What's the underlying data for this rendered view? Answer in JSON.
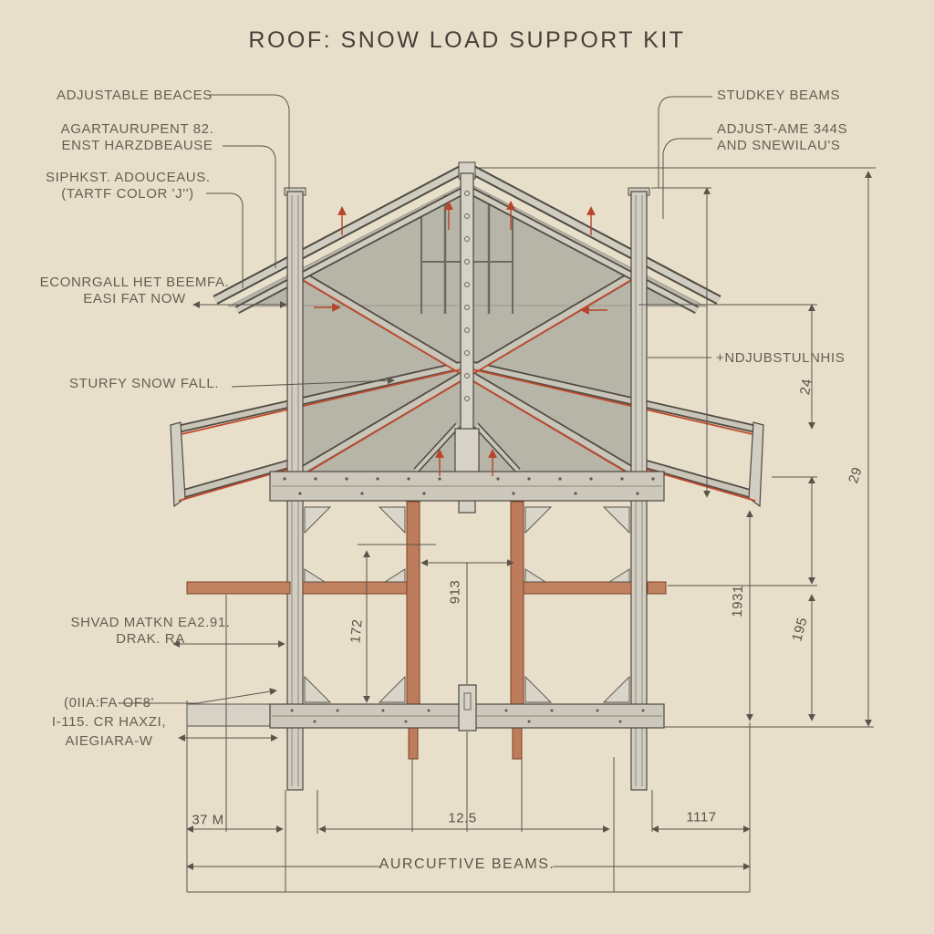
{
  "title": "ROOF: SNOW LOAD SUPPORT KIT",
  "labels": {
    "left": [
      {
        "id": "adjustable-braces",
        "lines": [
          "ADJUSTABLE BEACES"
        ]
      },
      {
        "id": "agartaurupent",
        "lines": [
          "AGARTAURUPENT 82.",
          "ENST HARZDBEAUSE"
        ]
      },
      {
        "id": "siphkst",
        "lines": [
          "SIPHKST. ADOUCEAUS.",
          "(TARTF COLOR 'J'')"
        ]
      },
      {
        "id": "econrgall",
        "lines": [
          "ECONRGALL HET BEEMFA.",
          "EASI FAT NOW"
        ]
      },
      {
        "id": "sturfy",
        "lines": [
          "STURFY SNOW FALL."
        ]
      },
      {
        "id": "shvad",
        "lines": [
          "SHVAD MATKN EA2.91.",
          "DRAK. RA"
        ]
      },
      {
        "id": "oiiafa",
        "lines": [
          "(0IIA:FA-OF8'",
          "I-115. CR HAXZI,",
          "AIEGIARA-W"
        ]
      }
    ],
    "right": [
      {
        "id": "studkey",
        "lines": [
          "STUDKEY BEAMS"
        ]
      },
      {
        "id": "adjustame",
        "lines": [
          "ADJUST-AME 344S",
          "AND SNEWILAU'S"
        ]
      },
      {
        "id": "ndjubstulnhis",
        "lines": [
          "+NDJUBSTULNHIS"
        ]
      }
    ],
    "bottom_span": "AURCUFTIVE BEAMS."
  },
  "dimensions": {
    "d24": "24",
    "d29": "29",
    "d1931": "1931",
    "d195": "195",
    "d172": "172",
    "d913": "913",
    "d37m": "37 M",
    "d125": "12.5",
    "d1117": "1117"
  },
  "colors": {
    "background": "#e8dfcb",
    "ink": "#55503f",
    "dimension_line": "#5a544a",
    "steel_fill": "#cdc9bd",
    "steel_outline": "#4c4740",
    "panel_gray": "#b7b4a8",
    "accent_terracotta": "#bd7c5b",
    "accent_red": "#c14a2c"
  }
}
